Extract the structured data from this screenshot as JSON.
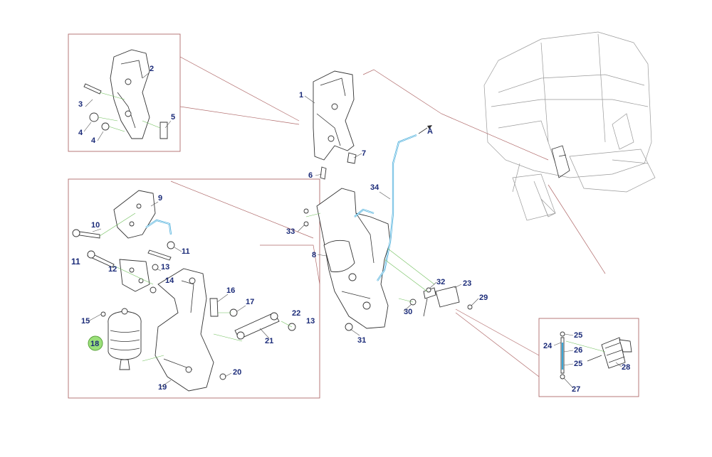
{
  "diagram": {
    "arrow_label": "A",
    "labels": {
      "p1": "1",
      "p2": "2",
      "p3": "3",
      "p4a": "4",
      "p4b": "4",
      "p5": "5",
      "p6": "6",
      "p7": "7",
      "p8": "8",
      "p9": "9",
      "p10": "10",
      "p11a": "11",
      "p11b": "11",
      "p12": "12",
      "p13a": "13",
      "p13b": "13",
      "p14": "14",
      "p15": "15",
      "p16": "16",
      "p17": "17",
      "p18": "18",
      "p19": "19",
      "p20": "20",
      "p21": "21",
      "p22": "22",
      "p23": "23",
      "p24": "24",
      "p25a": "25",
      "p25b": "25",
      "p26": "26",
      "p27": "27",
      "p28": "28",
      "p29": "29",
      "p30": "30",
      "p31": "31",
      "p32": "32",
      "p33": "33",
      "p34": "34"
    },
    "highlighted_part": "18",
    "colors": {
      "pipe": "#3aa7d8",
      "frame": "#b06a6a",
      "label": "#1a2a78",
      "highlight": "#9be07a",
      "guide": "#6fbf5a"
    }
  }
}
